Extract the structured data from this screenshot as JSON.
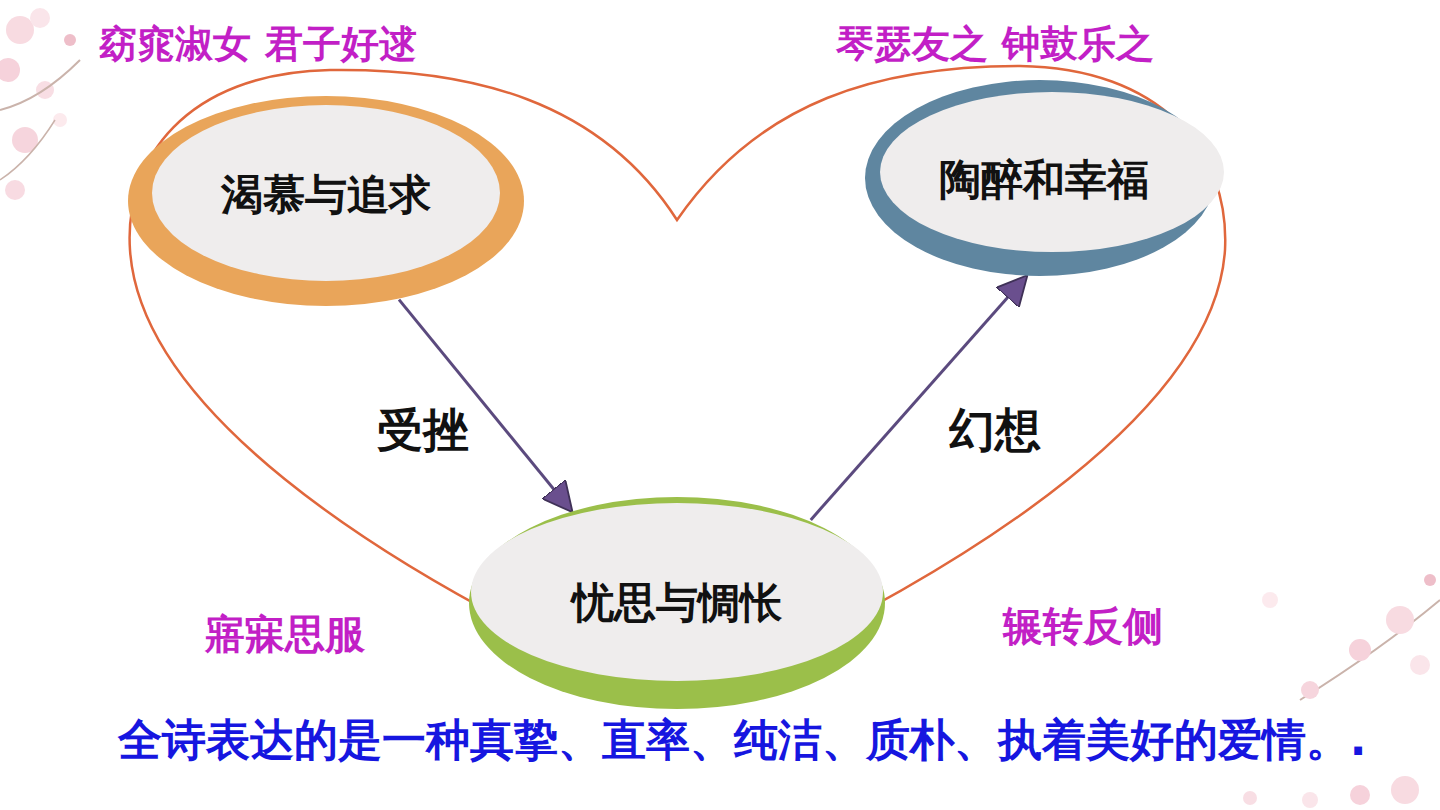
{
  "diagram": {
    "caption": "全诗表达的是一种真挚、直率、纯洁、质朴、执着美好的爱情。.",
    "nodes": [
      {
        "text": [
          "渴慕与追求"
        ]
      },
      {
        "text": [
          "陶醉和幸福"
        ]
      },
      {
        "text": [
          "忧思与惆怅"
        ]
      }
    ],
    "edges": [
      {
        "from": 0,
        "to": 2,
        "arrow": "to",
        "label": "受挫"
      },
      {
        "from": 2,
        "to": 1,
        "arrow": "to",
        "label": "幻想"
      }
    ],
    "labels": [
      "窈窕淑女 君子好逑",
      "琴瑟友之 钟鼓乐之",
      "寤寐思服",
      "辗转反侧"
    ]
  }
}
